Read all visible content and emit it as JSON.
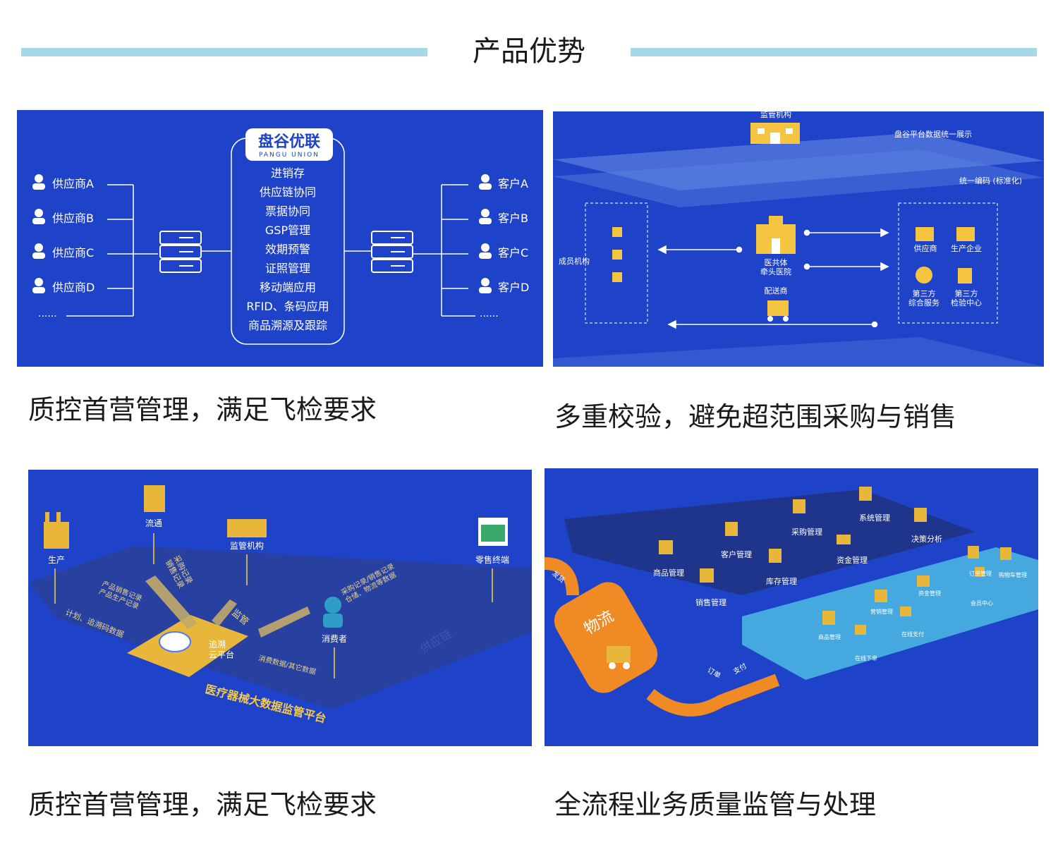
{
  "header": {
    "title": "产品优势"
  },
  "panel1": {
    "brand_name": "盘谷优联",
    "brand_sub": "PANGU UNION",
    "features": [
      "进销存",
      "供应链协同",
      "票据协同",
      "GSP管理",
      "效期预警",
      "证照管理",
      "移动端应用",
      "RFID、条码应用",
      "商品溯源及跟踪"
    ],
    "suppliers": [
      "供应商A",
      "供应商B",
      "供应商C",
      "供应商D",
      "......"
    ],
    "customers": [
      "客户A",
      "客户B",
      "客户C",
      "客户D",
      "......"
    ]
  },
  "panel2": {
    "top_label": "监管机构",
    "layer_label1": "盘谷平台数据统一展示",
    "layer_label2": "统一编码 (标准化)",
    "left_group": "成员机构",
    "center_label": "医共体\n牵头医院",
    "delivery_label": "配送商",
    "right_items": [
      "供应商",
      "生产企业",
      "第三方\n综合服务",
      "第三方\n检验中心"
    ]
  },
  "panel3": {
    "nodes": {
      "production": "生产",
      "circulation": "流通",
      "regulator": "监管机构",
      "retail": "零售终端",
      "cloud": "追溯\n云平台",
      "consumer": "消费者"
    },
    "flows": {
      "plan": "计划、追溯码数据",
      "prod_record": "产品销售记录\n产品生产记录",
      "purchase": "采购记录\n销售记录",
      "consumer_records": "采购记录/销售记录\n仓储、物流等数据",
      "consume_data": "消费数据/其它数据",
      "supervise": "监管"
    },
    "supply_chain": "供应链",
    "platform": "医疗器械大数据监管平台"
  },
  "panel4": {
    "upper": [
      "商品管理",
      "客户管理",
      "采购管理",
      "系统管理",
      "决策分析",
      "资金管理",
      "库存管理",
      "销售管理"
    ],
    "lower": [
      "商品管理",
      "营销管理",
      "资金管理",
      "订单管理",
      "购物车管理",
      "会员中心",
      "在线支付",
      "在线下单"
    ],
    "logistics": "物流",
    "arrow_tags": [
      "发货",
      "订单",
      "支付"
    ]
  },
  "captions": [
    "质控首营管理，满足飞检要求",
    "多重校验，避免超范围采购与销售",
    "质控首营管理，满足飞检要求",
    "全流程业务质量监管与处理"
  ],
  "colors": {
    "panel_bg": "#1f43c8",
    "header_line": "#a7d8e6",
    "accent_gold": "#e8b63a",
    "accent_orange": "#f08a24"
  }
}
